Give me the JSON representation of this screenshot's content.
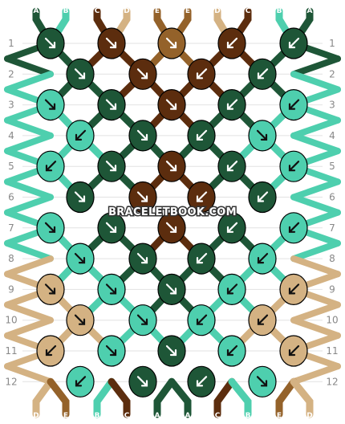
{
  "watermark": "BRACELETBOOK.COM",
  "colors": {
    "A": "#1e5637",
    "B": "#4ecfae",
    "C": "#5c2d0e",
    "D": "#d4b283",
    "E": "#94622a"
  },
  "top_labels": [
    "A",
    "B",
    "C",
    "D",
    "E",
    "E",
    "D",
    "C",
    "B",
    "A"
  ],
  "bottom_labels": [
    "D",
    "E",
    "B",
    "C",
    "A",
    "A",
    "C",
    "B",
    "E",
    "D"
  ],
  "row_numbers": [
    "1",
    "2",
    "3",
    "4",
    "5",
    "6",
    "7",
    "8",
    "9",
    "10",
    "11",
    "12"
  ],
  "knots": [
    {
      "row": 1,
      "items": [
        [
          "A",
          "dr"
        ],
        [
          "C",
          "dr"
        ],
        [
          "E",
          "dr"
        ],
        [
          "C",
          "dl"
        ],
        [
          "A",
          "dl"
        ]
      ]
    },
    {
      "row": 2,
      "items": [
        [
          "A",
          "dr"
        ],
        [
          "C",
          "dr"
        ],
        [
          "C",
          "dl"
        ],
        [
          "A",
          "dl"
        ]
      ]
    },
    {
      "row": 3,
      "items": [
        [
          "B",
          "dr"
        ],
        [
          "A",
          "dr"
        ],
        [
          "C",
          "dr"
        ],
        [
          "A",
          "dl"
        ],
        [
          "B",
          "dl"
        ]
      ]
    },
    {
      "row": 4,
      "items": [
        [
          "B",
          "dl"
        ],
        [
          "A",
          "dr"
        ],
        [
          "A",
          "dl"
        ],
        [
          "B",
          "dr"
        ]
      ]
    },
    {
      "row": 5,
      "items": [
        [
          "B",
          "dl"
        ],
        [
          "A",
          "dr"
        ],
        [
          "C",
          "dr"
        ],
        [
          "A",
          "dl"
        ],
        [
          "B",
          "dl"
        ]
      ]
    },
    {
      "row": 6,
      "items": [
        [
          "A",
          "dr"
        ],
        [
          "C",
          "dr"
        ],
        [
          "C",
          "dl"
        ],
        [
          "A",
          "dl"
        ]
      ]
    },
    {
      "row": 7,
      "items": [
        [
          "B",
          "dr"
        ],
        [
          "A",
          "dr"
        ],
        [
          "C",
          "dr"
        ],
        [
          "A",
          "dl"
        ],
        [
          "B",
          "dl"
        ]
      ]
    },
    {
      "row": 8,
      "items": [
        [
          "B",
          "dr"
        ],
        [
          "A",
          "dr"
        ],
        [
          "A",
          "dl"
        ],
        [
          "B",
          "dl"
        ]
      ]
    },
    {
      "row": 9,
      "items": [
        [
          "D",
          "dr"
        ],
        [
          "B",
          "dr"
        ],
        [
          "A",
          "dr"
        ],
        [
          "B",
          "dl"
        ],
        [
          "D",
          "dl"
        ]
      ]
    },
    {
      "row": 10,
      "items": [
        [
          "D",
          "dr"
        ],
        [
          "B",
          "dr"
        ],
        [
          "B",
          "dl"
        ],
        [
          "D",
          "dl"
        ]
      ]
    },
    {
      "row": 11,
      "items": [
        [
          "D",
          "dl"
        ],
        [
          "B",
          "dr"
        ],
        [
          "A",
          "dr"
        ],
        [
          "B",
          "dl"
        ],
        [
          "D",
          "dl"
        ]
      ]
    },
    {
      "row": 12,
      "items": [
        [
          "B",
          "dl"
        ],
        [
          "A",
          "dr"
        ],
        [
          "A",
          "dl"
        ],
        [
          "B",
          "dr"
        ]
      ]
    }
  ]
}
